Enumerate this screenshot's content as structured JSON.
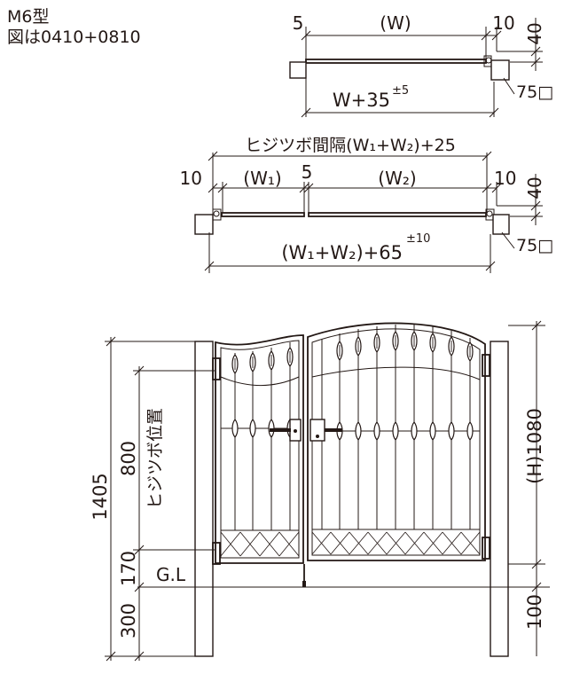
{
  "header": {
    "model": "M6型",
    "note": "図は0410+0810"
  },
  "plan_single": {
    "dim_left": "5",
    "dim_width": "(W)",
    "dim_right": "10",
    "dim_depth": "40",
    "dim_total": "W+35",
    "dim_total_tol": "±5",
    "post_size": "75□"
  },
  "plan_double": {
    "dim_hinge": "ヒジツボ間隔(W₁+W₂)+25",
    "dim_left": "10",
    "dim_w1": "(W₁)",
    "dim_gap": "5",
    "dim_w2": "(W₂)",
    "dim_right": "10",
    "dim_depth": "40",
    "dim_total": "(W₁+W₂)+65",
    "dim_total_tol": "±10",
    "post_size": "75□"
  },
  "elevation": {
    "dim_overall": "1405",
    "dim_hinge_span": "800",
    "hinge_label": "ヒジツボ位置",
    "dim_bottom_gap": "170",
    "gl_label": "G.L",
    "dim_embed": "300",
    "dim_height": "(H)1080",
    "dim_clearance": "100"
  }
}
